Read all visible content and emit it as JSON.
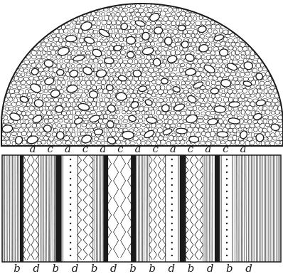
{
  "figure": {
    "top_labels": [
      "a",
      "c",
      "a",
      "c",
      "a",
      "c",
      "a",
      "c",
      "a",
      "c",
      "a",
      "c",
      "a"
    ],
    "bottom_labels": [
      "b",
      "d",
      "b",
      "d",
      "b",
      "d",
      "b",
      "b",
      "d",
      "b",
      "d",
      "b",
      "d"
    ],
    "colors": {
      "ink": "#1a1a1a",
      "paper": "#ffffff"
    }
  }
}
